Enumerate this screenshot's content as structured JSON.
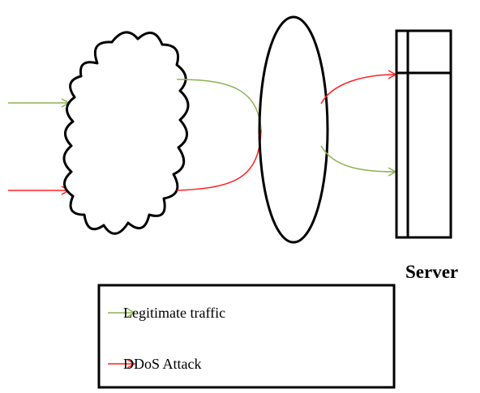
{
  "colors": {
    "legitimate": "#8db255",
    "attack": "#ff2020",
    "outline": "#000000",
    "background": "#ffffff"
  },
  "server": {
    "label": "Server"
  },
  "legend": {
    "items": [
      {
        "label": "Legitimate traffic",
        "color": "legitimate"
      },
      {
        "label": "DDoS Attack",
        "color": "attack"
      }
    ]
  }
}
